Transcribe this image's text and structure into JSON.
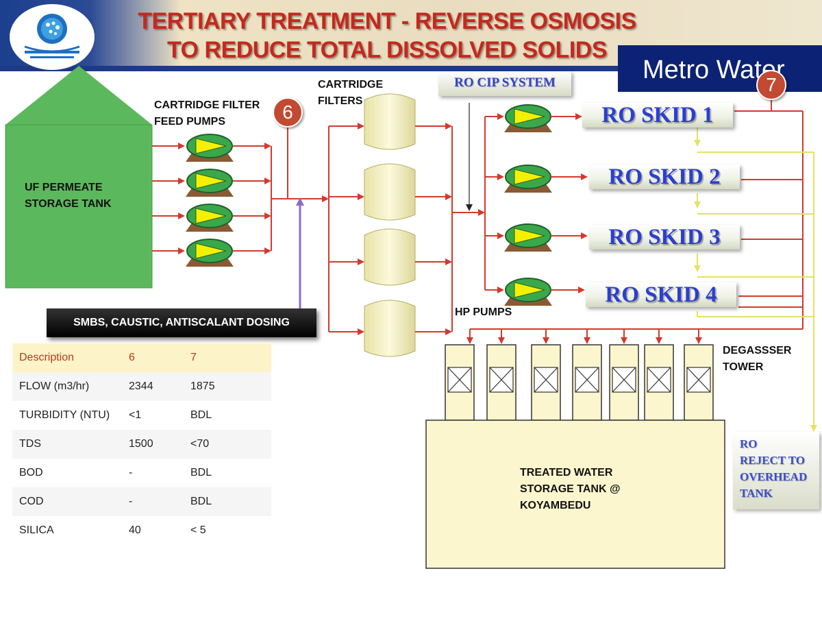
{
  "header": {
    "title_line1": "TERTIARY TREATMENT - REVERSE OSMOSIS",
    "title_line2": "TO REDUCE TOTAL DISSOLVED SOLIDS",
    "brand": "Metro Water"
  },
  "colors": {
    "title_red": "#c4291c",
    "pipe_red": "#d23a2e",
    "permeate_yellow": "#e6e060",
    "tank_green": "#5cb85c",
    "skid_blue": "#2b3fd0",
    "dosing_purple": "#8a6cc6"
  },
  "labels": {
    "uf_tank_line1": "UF PERMEATE",
    "uf_tank_line2": "STORAGE TANK",
    "cf_pumps_line1": "CARTRIDGE FILTER",
    "cf_pumps_line2": "FEED PUMPS",
    "cartridge_line1": "CARTRIDGE",
    "cartridge_line2": "FILTERS",
    "hp_pumps": "HP PUMPS",
    "degasser_line1": "DEGASSSER",
    "degasser_line2": "TOWER",
    "treated_line1": "TREATED WATER",
    "treated_line2": "STORAGE TANK @",
    "treated_line3": "KOYAMBEDU",
    "dosing": "SMBS,  CAUSTIC, ANTISCALANT DOSING",
    "ro_cip": "RO CIP SYSTEM",
    "ro_reject_line1": "RO",
    "ro_reject_line2": "REJECT TO",
    "ro_reject_line3": "OVERHEAD",
    "ro_reject_line4": "TANK",
    "point6": "6",
    "point7": "7"
  },
  "ro_skids": [
    "RO SKID 1",
    "RO SKID 2",
    "RO SKID 3",
    "RO SKID 4"
  ],
  "table": {
    "headers": [
      "Description",
      "6",
      "7"
    ],
    "rows": [
      {
        "desc": "FLOW (m3/hr)",
        "p6": "2344",
        "p7": "1875"
      },
      {
        "desc": "TURBIDITY (NTU)",
        "p6": "<1",
        "p7": "BDL"
      },
      {
        "desc": "TDS",
        "p6": "1500",
        "p7": "<70"
      },
      {
        "desc": "BOD",
        "p6": "-",
        "p7": "BDL"
      },
      {
        "desc": "COD",
        "p6": "-",
        "p7": "BDL"
      },
      {
        "desc": "SILICA",
        "p6": "40",
        "p7": "< 5"
      }
    ]
  }
}
